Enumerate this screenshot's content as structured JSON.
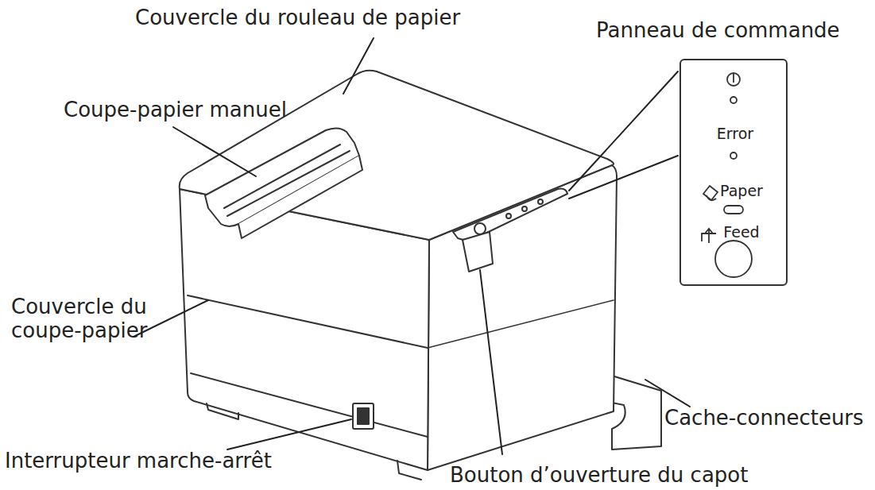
{
  "diagram": {
    "nodes": [
      {
        "text": [
          "Error",
          "Paper",
          "Feed"
        ]
      }
    ],
    "labels": [
      "Couvercle du rouleau de papier",
      "Panneau de commande",
      "Coupe-papier manuel",
      "Couvercle du coupe-papier",
      "Interrupteur marche-arrêt",
      "Cache-connecteurs",
      "Bouton d’ouverture du capot"
    ]
  }
}
